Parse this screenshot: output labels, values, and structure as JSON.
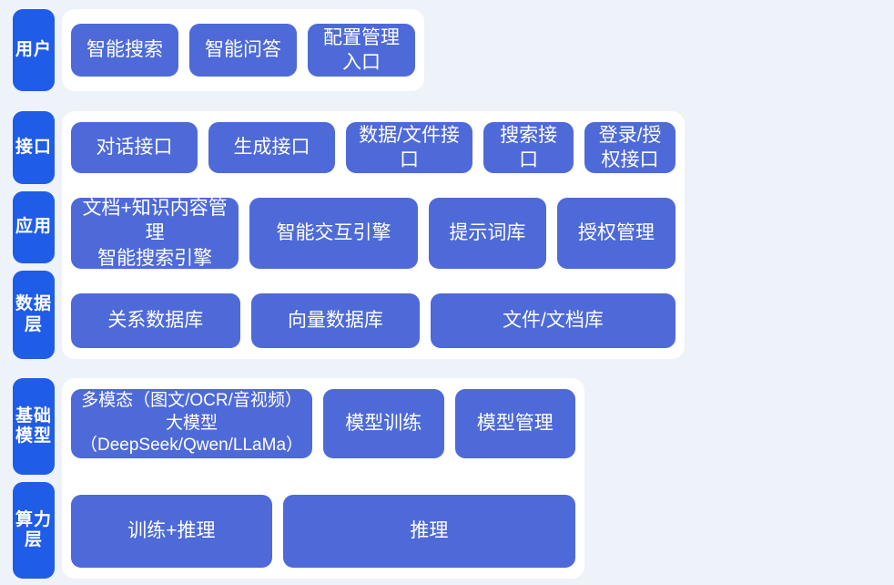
{
  "theme": {
    "page_background": "#eef2f9",
    "card_background": "#ffffff",
    "rail_pill_color": "#1f5ce8",
    "node_color": "#4e6ad8",
    "node_text_color": "#ffffff"
  },
  "sections": [
    {
      "id": "user",
      "labels": [
        "用户"
      ],
      "rows": [
        {
          "nodes": [
            {
              "label": "智能搜索",
              "grow": 3
            },
            {
              "label": "智能问答",
              "grow": 3
            },
            {
              "label": "配置管理入口",
              "grow": 3
            }
          ]
        }
      ]
    },
    {
      "id": "api",
      "labels": [
        "接口",
        "应用",
        "数据层"
      ],
      "rows": [
        {
          "nodes": [
            {
              "label": "对话接口",
              "grow": 3
            },
            {
              "label": "生成接口",
              "grow": 3
            },
            {
              "label": "数据/文件接口",
              "grow": 3
            },
            {
              "label": "搜索接口",
              "grow": 2
            },
            {
              "label": "登录/授权接口",
              "grow": 2
            }
          ]
        },
        {
          "nodes": [
            {
              "label": "文档+知识内容管理\n智能搜索引擎",
              "grow": 3
            },
            {
              "label": "智能交互引擎",
              "grow": 3
            },
            {
              "label": "提示词库",
              "grow": 2
            },
            {
              "label": "授权管理",
              "grow": 2
            }
          ]
        },
        {
          "nodes": [
            {
              "label": "关系数据库",
              "grow": 2
            },
            {
              "label": "向量数据库",
              "grow": 2
            },
            {
              "label": "文件/文档库",
              "grow": 3
            }
          ]
        }
      ]
    },
    {
      "id": "model",
      "labels": [
        "基础模型",
        "算力层"
      ],
      "rows": [
        {
          "nodes": [
            {
              "label": "多模态（图文/OCR/音视频）\n大模型（DeepSeek/Qwen/LLaMa）",
              "grow": 3,
              "small": true
            },
            {
              "label": "模型训练",
              "grow": 2
            },
            {
              "label": "模型管理",
              "grow": 2
            }
          ]
        },
        {
          "nodes": [
            {
              "label": "训练+推理",
              "grow": 2
            },
            {
              "label": "推理",
              "grow": 3
            }
          ]
        }
      ]
    }
  ]
}
